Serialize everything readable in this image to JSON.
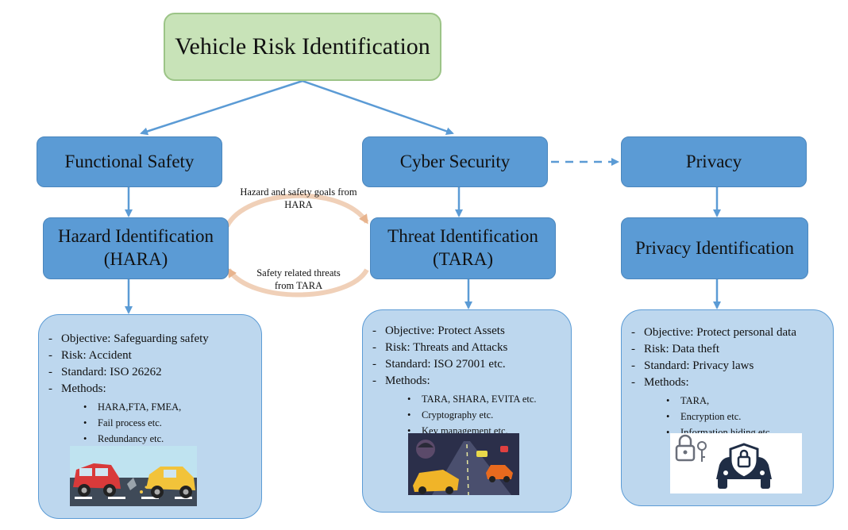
{
  "title": "Vehicle Risk Identification",
  "columns": [
    {
      "category": "Functional Safety",
      "identification": [
        "Hazard Identification",
        "(HARA)"
      ],
      "objective": "Objective: Safeguarding safety",
      "risk": "Risk: Accident",
      "standard": "Standard: ISO 26262",
      "methods_label": "Methods:",
      "methods": [
        "HARA,FTA, FMEA,",
        "Fail process etc.",
        "Redundancy etc."
      ],
      "image": "car-crash-illustration"
    },
    {
      "category": "Cyber Security",
      "identification": [
        "Threat Identification",
        "(TARA)"
      ],
      "objective": "Objective: Protect Assets",
      "risk": "Risk: Threats and Attacks",
      "standard": "Standard: ISO 27001 etc.",
      "methods_label": "Methods:",
      "methods": [
        "TARA, SHARA, EVITA etc.",
        "Cryptography etc.",
        "Key management etc."
      ],
      "image": "connected-cars-hacker-illustration"
    },
    {
      "category": "Privacy",
      "identification": [
        "Privacy Identification"
      ],
      "objective": "Objective: Protect personal data",
      "risk": "Risk: Data theft",
      "standard": "Standard: Privacy laws",
      "methods_label": "Methods:",
      "methods": [
        "TARA,",
        "Encryption etc.",
        "Information hiding etc."
      ],
      "image": "padlock-car-shield-icon"
    }
  ],
  "cycle_labels": {
    "top": [
      "Hazard and safety goals from",
      "HARA"
    ],
    "bottom": [
      "Safety related threats",
      "from TARA"
    ]
  },
  "colors": {
    "title_fill": "#c8e3b8",
    "box_fill": "#5b9bd5",
    "panel_fill": "#bdd7ee",
    "arrow": "#5b9bd5",
    "cycle_arrow": "#f0c8a8"
  }
}
